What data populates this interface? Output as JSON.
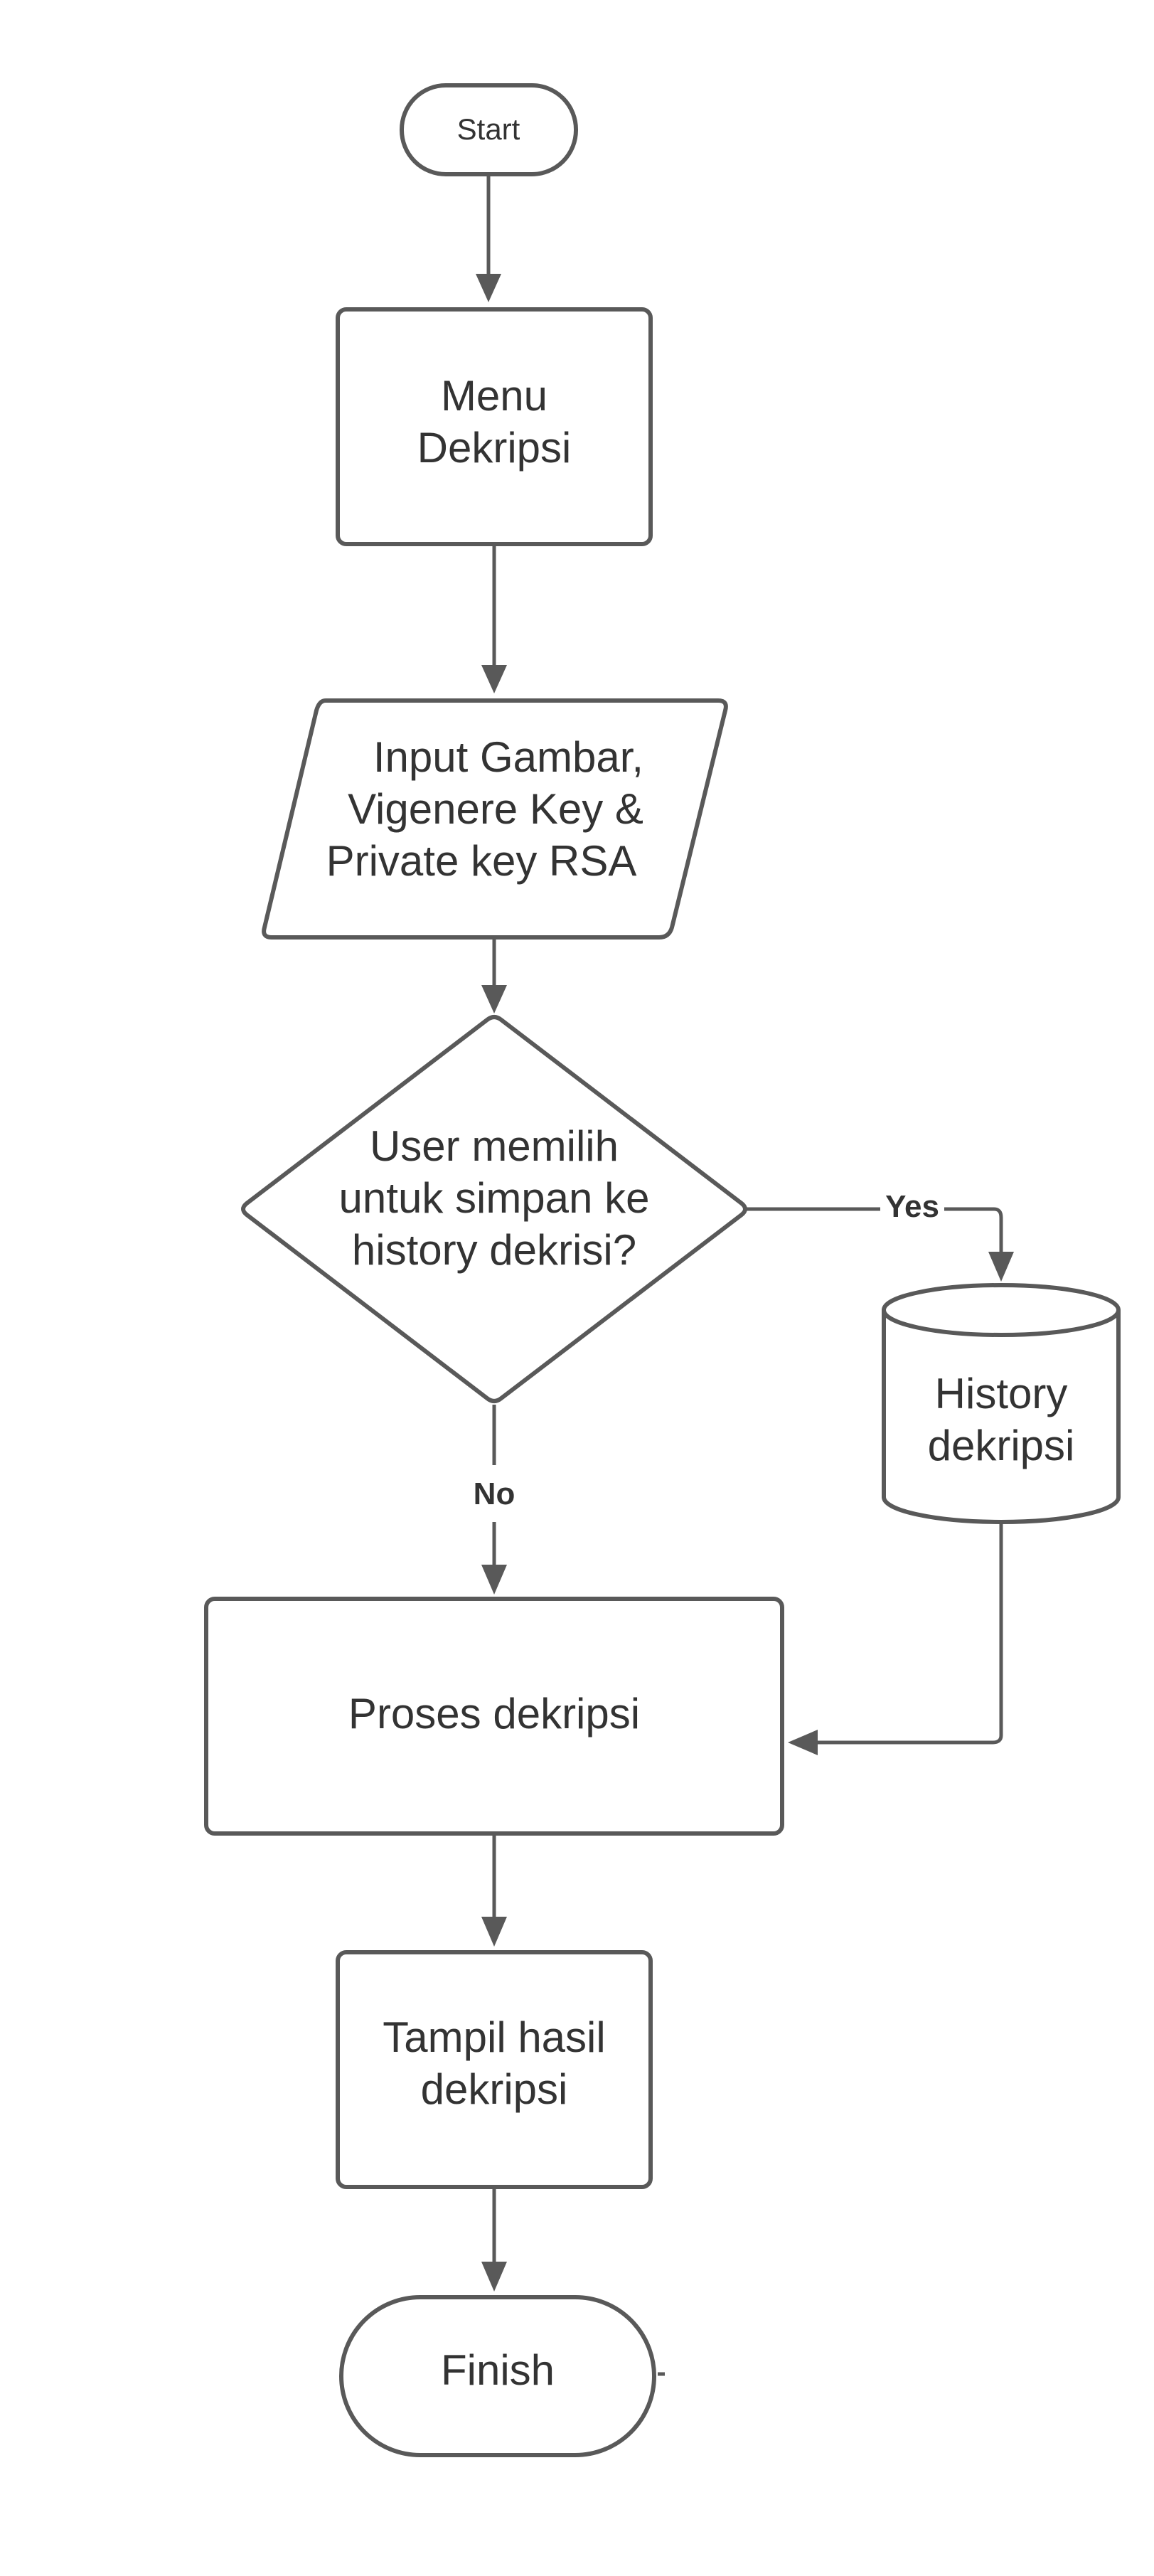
{
  "nodes": {
    "start": "Start",
    "menu": [
      "Menu",
      "Dekripsi"
    ],
    "input": [
      "Input Gambar,",
      "Vigenere Key &",
      "Private key RSA"
    ],
    "decision": [
      "User memilih",
      "untuk simpan ke",
      "history dekrisi?"
    ],
    "history": [
      "History",
      "dekripsi"
    ],
    "process": "Proses dekripsi",
    "output": [
      "Tampil hasil",
      "dekripsi"
    ],
    "finish": "Finish"
  },
  "edges": {
    "yes": "Yes",
    "no": "No"
  },
  "colors": {
    "stroke": "#595959",
    "text": "#333333",
    "background": "#ffffff"
  }
}
